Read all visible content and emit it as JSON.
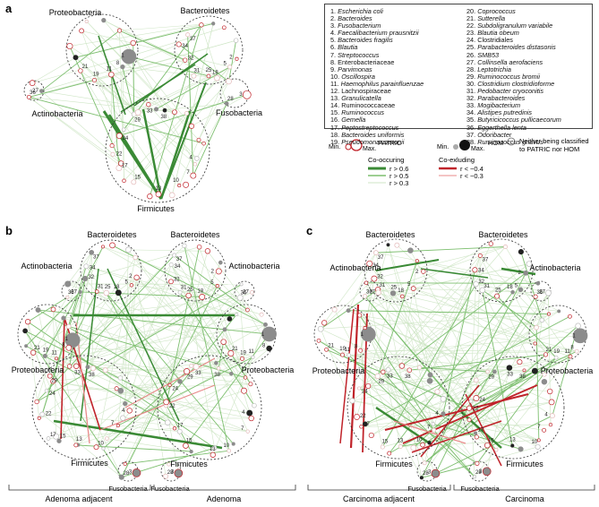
{
  "panels": [
    {
      "id": "a",
      "label": "a"
    },
    {
      "id": "b",
      "label": "b"
    },
    {
      "id": "c",
      "label": "c"
    }
  ],
  "groups": {
    "proteobacteria": "Proteobacteria",
    "bacteroidetes": "Bacteroidetes",
    "actinobacteria": "Actinobacteria",
    "fusobacteria": "Fusobacteria",
    "firmicutes": "Firmicutes"
  },
  "bottom_labels": {
    "adenoma_adjacent": "Adenoma adjacent",
    "adenoma": "Adenoma",
    "carcinoma_adjacent": "Carcinoma adjacent",
    "carcinoma": "Carcinoma"
  },
  "taxa": [
    {
      "n": "1.",
      "name": "Escherichia coli",
      "italic": true
    },
    {
      "n": "2.",
      "name": "Bacteroides",
      "italic": true
    },
    {
      "n": "3.",
      "name": "Fusobacterium",
      "italic": true
    },
    {
      "n": "4.",
      "name": "Faecalibacterium prausnitzii",
      "italic": true
    },
    {
      "n": "5.",
      "name": "Bacteroides fragilis",
      "italic": true
    },
    {
      "n": "6.",
      "name": "Blautia",
      "italic": true
    },
    {
      "n": "7.",
      "name": "Streptococcus",
      "italic": true
    },
    {
      "n": "8.",
      "name": "Enterobacteriaceae",
      "italic": false
    },
    {
      "n": "9.",
      "name": "Parvimonas",
      "italic": true
    },
    {
      "n": "10.",
      "name": "Oscillospira",
      "italic": true
    },
    {
      "n": "11.",
      "name": "Haemophilus parainfluenzae",
      "italic": true
    },
    {
      "n": "12.",
      "name": "Lachnospiraceae",
      "italic": false
    },
    {
      "n": "13.",
      "name": "Granulicatella",
      "italic": true
    },
    {
      "n": "14.",
      "name": "Ruminococcaceae",
      "italic": false
    },
    {
      "n": "15.",
      "name": "Ruminococcus",
      "italic": true
    },
    {
      "n": "16.",
      "name": "Gemella",
      "italic": true
    },
    {
      "n": "17.",
      "name": "Peptostreptococcus",
      "italic": true
    },
    {
      "n": "18.",
      "name": "Bacteroides uniformis",
      "italic": true
    },
    {
      "n": "19.",
      "name": "Pseudomonas veronii",
      "italic": true
    },
    {
      "n": "20.",
      "name": "Coprococcus",
      "italic": true
    },
    {
      "n": "21.",
      "name": "Sutterella",
      "italic": true
    },
    {
      "n": "22.",
      "name": "Subdoligranulum variabile",
      "italic": true
    },
    {
      "n": "23.",
      "name": "Blautia obeum",
      "italic": true
    },
    {
      "n": "24.",
      "name": "Clostridiales",
      "italic": false
    },
    {
      "n": "25.",
      "name": "Parabacteroides distasonis",
      "italic": true
    },
    {
      "n": "26.",
      "name": "SMB53",
      "italic": true
    },
    {
      "n": "27.",
      "name": "Collinsella aerofaciens",
      "italic": true
    },
    {
      "n": "28.",
      "name": "Leptotrichia",
      "italic": true
    },
    {
      "n": "29.",
      "name": "Ruminococcus bromii",
      "italic": true
    },
    {
      "n": "30.",
      "name": "Clostridium clostridioforme",
      "italic": true
    },
    {
      "n": "31.",
      "name": "Pedobacter cryoconitis",
      "italic": true
    },
    {
      "n": "32.",
      "name": "Parabacteroides",
      "italic": true
    },
    {
      "n": "33.",
      "name": "Mogibacterium",
      "italic": true
    },
    {
      "n": "34.",
      "name": "Alistipes putredinis",
      "italic": true
    },
    {
      "n": "35.",
      "name": "Butyricicoccus pullicaecorum",
      "italic": true
    },
    {
      "n": "36.",
      "name": "Eggerthella lenta",
      "italic": true
    },
    {
      "n": "37.",
      "name": "Odoribacter",
      "italic": true
    },
    {
      "n": "38.",
      "name": "Ruminococcus gnavus",
      "italic": true
    }
  ],
  "key": {
    "min": "Min.",
    "max": "Max.",
    "patric": "PATRIC",
    "hom": "HOM",
    "neither": "Neither being classified",
    "neither2": "to PATRIC nor HOM",
    "cooccurring": "Co-occuring",
    "coexcluding": "Co-exluding",
    "co_lines": [
      "r > 0.6",
      "r > 0.5",
      "r > 0.3"
    ],
    "ex_lines": [
      "r < −0.4",
      "r < −0.3"
    ]
  },
  "colors": {
    "green_strong": "#3a8a35",
    "green_mid": "#7dbf6f",
    "green_light": "#cfe6c6",
    "red_strong": "#c0232a",
    "red_light": "#e88a8a",
    "grey_node": "#8c8c8c",
    "dark_node": "#222222",
    "dashed_circle": "#333333"
  }
}
